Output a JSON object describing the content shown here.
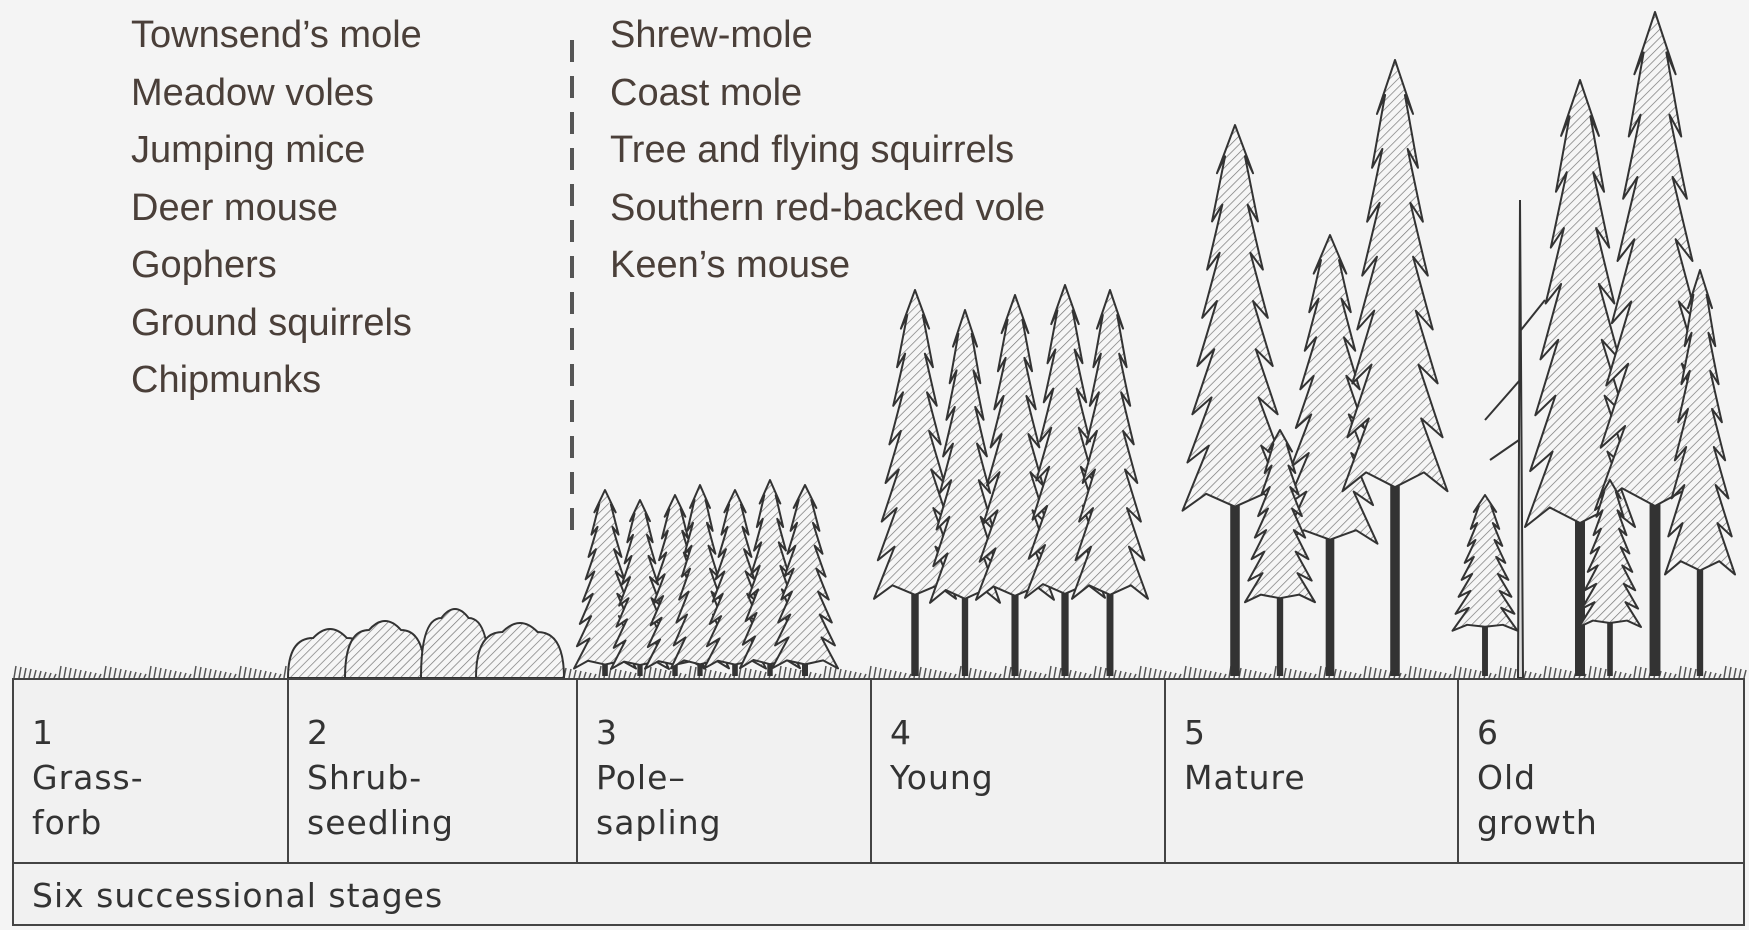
{
  "species_left": [
    "Townsend’s mole",
    "Meadow voles",
    "Jumping mice",
    "Deer mouse",
    "Gophers",
    "Ground squirrels",
    "Chipmunks"
  ],
  "species_right": [
    "Shrew-mole",
    "Coast mole",
    "Tree and flying squirrels",
    "Southern red-backed vole",
    "Keen’s mouse"
  ],
  "stages": [
    {
      "number": "1",
      "name": "Grass-\nforb"
    },
    {
      "number": "2",
      "name": "Shrub-\nseedling"
    },
    {
      "number": "3",
      "name": "Pole–\nsapling"
    },
    {
      "number": "4",
      "name": "Young"
    },
    {
      "number": "5",
      "name": "Mature"
    },
    {
      "number": "6",
      "name": "Old\ngrowth"
    }
  ],
  "caption": "Six successional stages",
  "colors": {
    "text": "#4a3f39",
    "line": "#444444",
    "background": "#f4f4f4"
  }
}
